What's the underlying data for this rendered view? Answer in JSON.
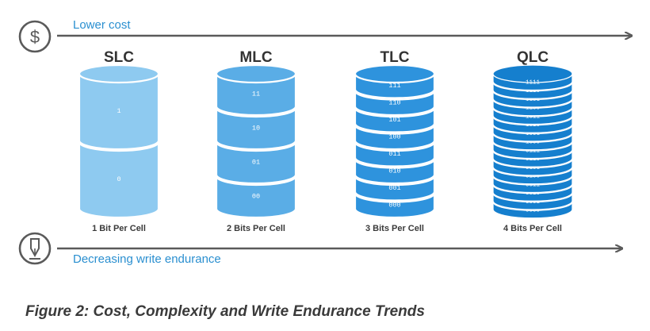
{
  "top_arrow": {
    "label": "Lower cost",
    "icon": "dollar-circle-icon"
  },
  "bottom_arrow": {
    "label": "Decreasing write endurance",
    "icon": "pen-nib-circle-icon"
  },
  "cell_types": [
    {
      "name": "SLC",
      "caption": "1 Bit Per Cell",
      "levels": [
        "1",
        "0"
      ]
    },
    {
      "name": "MLC",
      "caption": "2 Bits Per Cell",
      "levels": [
        "11",
        "10",
        "01",
        "00"
      ]
    },
    {
      "name": "TLC",
      "caption": "3 Bits Per Cell",
      "levels": [
        "111",
        "110",
        "101",
        "100",
        "011",
        "010",
        "001",
        "000"
      ]
    },
    {
      "name": "QLC",
      "caption": "4 Bits Per Cell",
      "levels": [
        "1111",
        "1110",
        "1101",
        "1100",
        "1011",
        "1010",
        "1001",
        "1000",
        "0111",
        "0110",
        "0101",
        "0100",
        "0011",
        "0010",
        "0001",
        "0000"
      ]
    }
  ],
  "figure_caption": "Figure 2: Cost, Complexity and Write Endurance Trends",
  "colors": {
    "slc": "#8ecaf0",
    "mlc": "#5aade6",
    "tlc": "#2e93dd",
    "qlc": "#157fce",
    "arrow": "#5a5a5a",
    "label_blue": "#2a8fd0",
    "caption_text": "#3a3a3a",
    "heading_text": "#333333"
  }
}
